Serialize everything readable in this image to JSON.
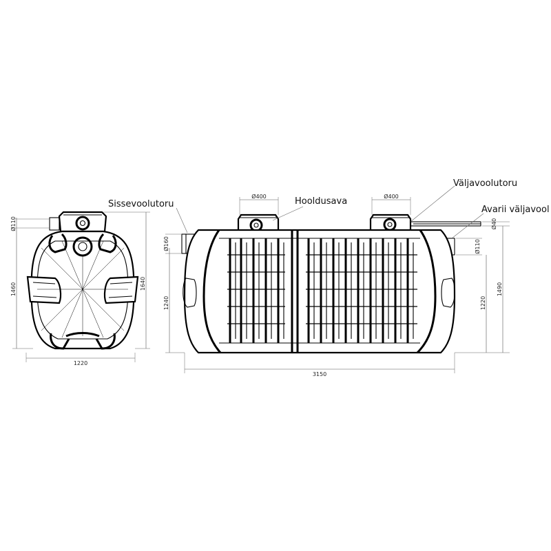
{
  "labels": {
    "inlet": "Sissevoolutoru",
    "manhole": "Hooldusava",
    "outlet": "Väljavoolutoru",
    "emergency": "Avarii väljavool"
  },
  "dimensions": {
    "end_width": "1220",
    "end_total_height": "1640",
    "end_body_height": "1460",
    "end_inlet_dia": "Ø110",
    "length": "3150",
    "inlet_dia": "Ø160",
    "inlet_height": "1240",
    "manhole_dia_left": "Ø400",
    "manhole_dia_right": "Ø400",
    "emergency_dia": "Ø40",
    "outlet_dia": "Ø110",
    "outlet_height": "1220",
    "total_height_side": "1490"
  }
}
